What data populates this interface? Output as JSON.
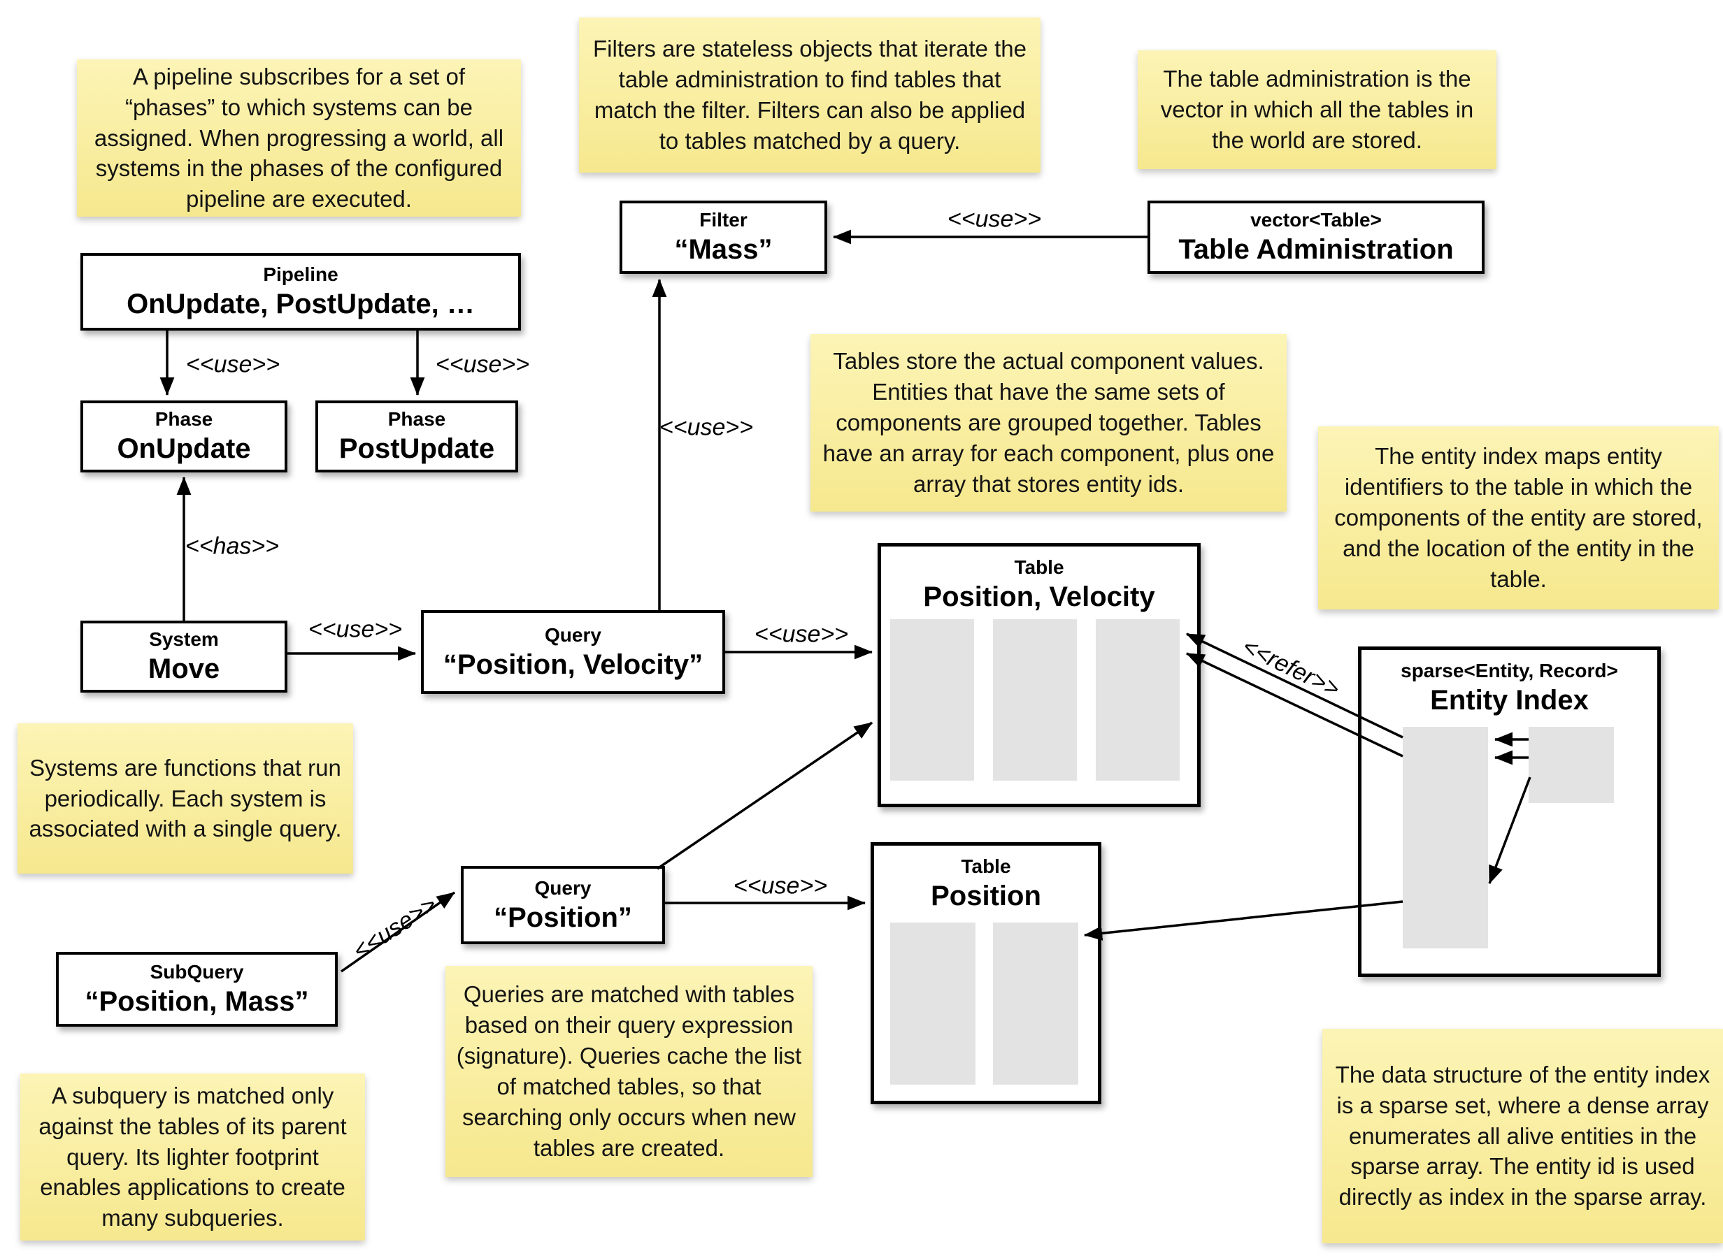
{
  "notes": {
    "pipeline": "A pipeline subscribes for a set of “phases” to which systems can be assigned. When progressing a world, all systems in the phases of the configured pipeline are executed.",
    "filters": "Filters are stateless objects that iterate the table administration to find tables that match the filter. Filters can also be applied to tables matched by a query.",
    "table_administration": "The table administration is the vector in which all the tables in the world are stored.",
    "tables": "Tables store the actual component values. Entities that have the same sets of components are grouped together. Tables have an array for each component, plus one array that stores entity ids.",
    "entity_index": "The entity index maps entity identifiers to the table in which the components of the entity are stored, and the location of the entity in the table.",
    "systems": "Systems are functions that run periodically. Each system is associated with a single query.",
    "queries": "Queries are matched with tables based on their query expression (signature). Queries cache the list of matched tables, so that searching only occurs when new tables are created.",
    "subquery": "A subquery is matched only against the tables of its parent query. Its lighter footprint enables applications to create many subqueries.",
    "entity_index_structure": "The data structure of the entity index is a sparse set, where a dense array enumerates all alive entities in the sparse array. The entity id is used directly as index in the sparse array."
  },
  "nodes": {
    "pipeline": {
      "stereotype": "Pipeline",
      "name": "OnUpdate, PostUpdate, …"
    },
    "phase_onupdate": {
      "stereotype": "Phase",
      "name": "OnUpdate"
    },
    "phase_postupdate": {
      "stereotype": "Phase",
      "name": "PostUpdate"
    },
    "system_move": {
      "stereotype": "System",
      "name": "Move"
    },
    "query_pv": {
      "stereotype": "Query",
      "name": "“Position, Velocity”"
    },
    "filter_mass": {
      "stereotype": "Filter",
      "name": "“Mass”"
    },
    "table_admin": {
      "stereotype": "vector<Table>",
      "name": "Table Administration"
    },
    "table_pv": {
      "stereotype": "Table",
      "name": "Position, Velocity"
    },
    "table_position": {
      "stereotype": "Table",
      "name": "Position"
    },
    "entity_index": {
      "stereotype": "sparse<Entity, Record>",
      "name": "Entity Index"
    },
    "query_position": {
      "stereotype": "Query",
      "name": "“Position”"
    },
    "subquery": {
      "stereotype": "SubQuery",
      "name": "“Position, Mass”"
    }
  },
  "edge_labels": {
    "use": "<<use>>",
    "has": "<<has>>",
    "refer": "<<refer>>"
  }
}
